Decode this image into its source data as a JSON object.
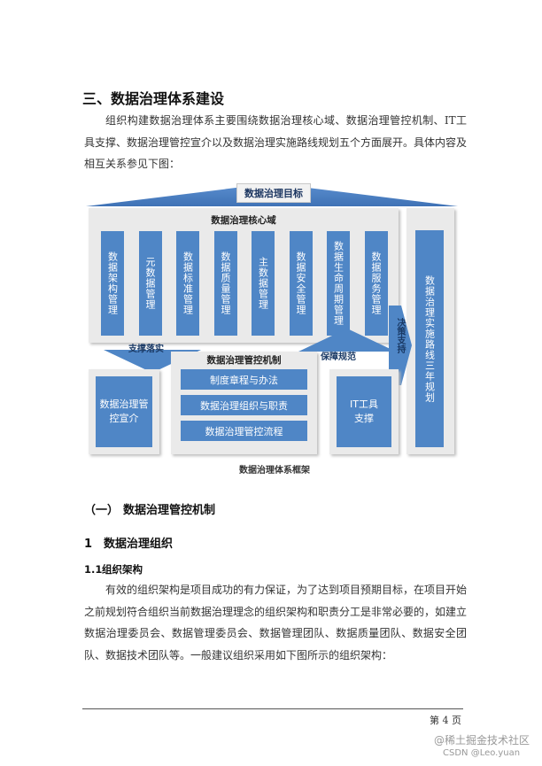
{
  "section_title": "三、数据治理体系建设",
  "intro_text": "组织构建数据治理体系主要围绕数据治理核心域、数据治理管控机制、IT工具支撑、数据治理管控宣介以及数据治理实施路线规划五个方面展开。具体内容及相互关系参见下图：",
  "diagram": {
    "roof_label": "数据治理目标",
    "core_title": "数据治理核心域",
    "core_items": [
      "数据架构管理",
      "元数据管理",
      "数据标准管理",
      "数据质量管理",
      "主数据管理",
      "数据安全管理",
      "数据生命周期管理",
      "数据服务管理"
    ],
    "right_column": "数据治理实施路线三年规划",
    "arrow_support": "支撑落实",
    "arrow_guarantee": "保障规范",
    "arrow_decision": "决策支持",
    "promo_box": "数据治理管控宣介",
    "mechanism_title": "数据治理管控机制",
    "mechanism_items": [
      "制度章程与办法",
      "数据治理组织与职责",
      "数据治理管控流程"
    ],
    "it_box": "IT工具支撑",
    "caption": "数据治理体系框架",
    "colors": {
      "bar": "#4f86c6",
      "roof": "#4a7ec0",
      "panel": "#eaeaea"
    }
  },
  "subsection": {
    "num": "（一）",
    "title": "数据治理管控机制"
  },
  "heading1": {
    "num": "1",
    "title": "数据治理组织"
  },
  "heading11": {
    "num": "1.1",
    "title": "组织架构"
  },
  "body_text": "有效的组织架构是项目成功的有力保证，为了达到项目预期目标，在项目开始之前规划符合组织当前数据治理理念的组织架构和职责分工是非常必要的，如建立数据治理委员会、数据管理委员会、数据管理团队、数据质量团队、数据安全团队、数据技术团队等。一般建议组织采用如下图所示的组织架构：",
  "page_number": "第 4 页",
  "watermark": "@稀土掘金技术社区",
  "watermark2": "CSDN @Leo.yuan"
}
